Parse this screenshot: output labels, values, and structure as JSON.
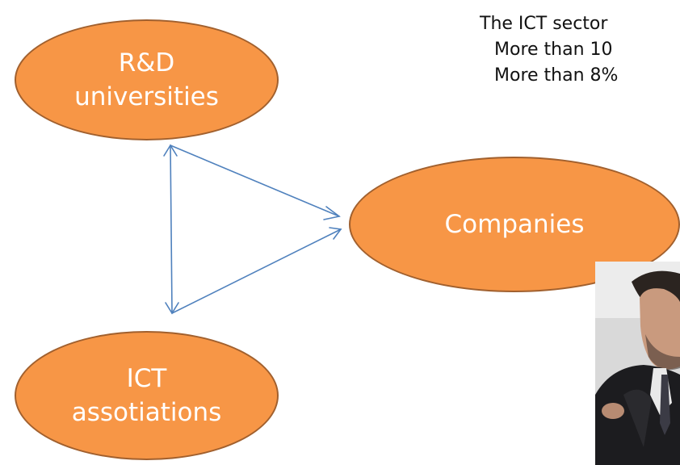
{
  "diagram": {
    "nodes": [
      {
        "id": "rd",
        "lines": [
          "R&D",
          "universities"
        ]
      },
      {
        "id": "companies",
        "lines": [
          "Companies"
        ]
      },
      {
        "id": "ict",
        "lines": [
          "ICT",
          "assotiations"
        ]
      }
    ],
    "edges": [
      {
        "from": "rd",
        "to": "ict",
        "style": "double-arrow"
      },
      {
        "from": "rd",
        "to": "companies",
        "style": "arrow"
      },
      {
        "from": "ict",
        "to": "companies",
        "style": "arrow"
      }
    ],
    "colors": {
      "node_fill": "#f79646",
      "node_border": "#a1602e",
      "node_text": "#ffffff",
      "edge": "#4f81bd"
    }
  },
  "side_text": {
    "heading": "The ICT sector",
    "bullets": [
      "More than 10",
      "More than 8%"
    ]
  },
  "photo": {
    "subject": "person-in-dark-suit"
  }
}
